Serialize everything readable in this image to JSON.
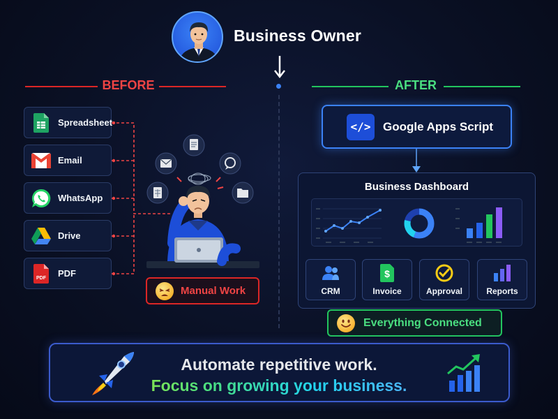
{
  "header": {
    "title": "Business Owner"
  },
  "before": {
    "label": "BEFORE",
    "tools": [
      {
        "label": "Spreadsheet",
        "icon": "spreadsheet-icon"
      },
      {
        "label": "Email",
        "icon": "gmail-icon"
      },
      {
        "label": "WhatsApp",
        "icon": "whatsapp-icon"
      },
      {
        "label": "Drive",
        "icon": "drive-icon"
      },
      {
        "label": "PDF",
        "icon": "pdf-icon"
      }
    ],
    "pdf_icon_text": "PDF",
    "badge": "Manual Work"
  },
  "after": {
    "label": "AFTER",
    "script_box": "Google Apps Script",
    "script_icon_text": "</>",
    "dashboard": {
      "title": "Business Dashboard",
      "modules": [
        {
          "label": "CRM",
          "icon": "crm-users-icon"
        },
        {
          "label": "Invoice",
          "icon": "invoice-dollar-icon"
        },
        {
          "label": "Approval",
          "icon": "approval-check-icon"
        },
        {
          "label": "Reports",
          "icon": "reports-bar-icon"
        }
      ]
    },
    "badge": "Everything Connected"
  },
  "banner": {
    "line1": "Automate repetitive work.",
    "line2": "Focus on growing your business."
  },
  "colors": {
    "before_accent": "#ef4444",
    "after_accent": "#4ade80",
    "primary_blue": "#3b82f6",
    "background": "#0a1024"
  }
}
